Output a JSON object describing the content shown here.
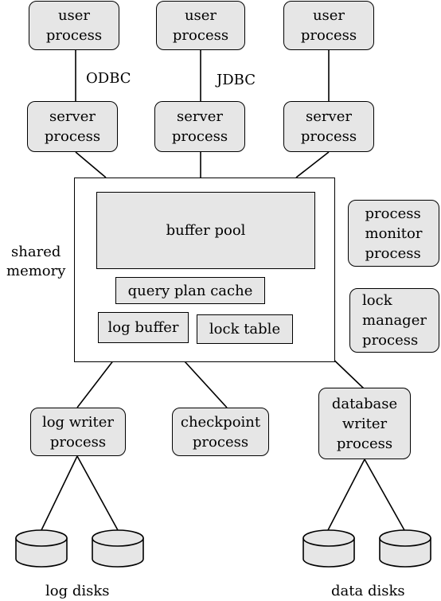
{
  "user_processes": [
    "user\nprocess",
    "user\nprocess",
    "user\nprocess"
  ],
  "connectors": {
    "odbc": "ODBC",
    "jdbc": "JDBC"
  },
  "server_processes": [
    "server\nprocess",
    "server\nprocess",
    "server\nprocess"
  ],
  "shared_memory": {
    "label": "shared\nmemory",
    "buffer_pool": "buffer pool",
    "query_plan_cache": "query plan cache",
    "log_buffer": "log buffer",
    "lock_table": "lock table"
  },
  "side_processes": {
    "process_monitor": "process\nmonitor\nprocess",
    "lock_manager": "lock\nmanager\nprocess"
  },
  "lower_processes": {
    "log_writer": "log writer\nprocess",
    "checkpoint": "checkpoint\nprocess",
    "database_writer": "database\nwriter\nprocess"
  },
  "disk_labels": {
    "log": "log disks",
    "data": "data disks"
  },
  "colors": {
    "box_fill": "#e6e6e6",
    "stroke": "#000000"
  }
}
